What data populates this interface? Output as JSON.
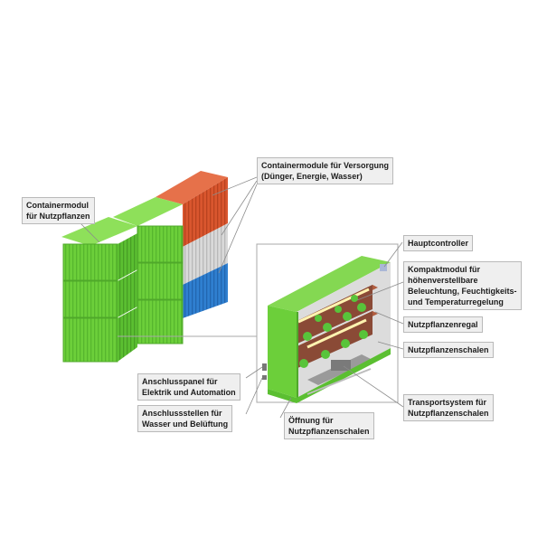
{
  "labels": {
    "containermodul_nutzpflanzen": [
      "Containermodul",
      "für Nutzpflanzen"
    ],
    "containermodule_versorgung": [
      "Containermodule für Versorgung",
      "(Dünger, Energie, Wasser)"
    ],
    "hauptcontroller": [
      "Hauptcontroller"
    ],
    "kompaktmodul": [
      "Kompaktmodul für",
      "höhenverstellbare",
      "Beleuchtung, Feuchtigkeits-",
      "und Temperaturregelung"
    ],
    "nutzpflanzenregal": [
      "Nutzpflanzenregal"
    ],
    "nutzpflanzenschalen": [
      "Nutzpflanzenschalen"
    ],
    "transportsystem": [
      "Transportsystem für",
      "Nutzpflanzenschalen"
    ],
    "oeffnung": [
      "Öffnung für",
      "Nutzpflanzenschalen"
    ],
    "anschlusspanel": [
      "Anschlusspanel für",
      "Elektrik und Automation"
    ],
    "anschlussstellen": [
      "Anschlussstellen für",
      "Wasser und Belüftung"
    ]
  },
  "colors": {
    "container_green": "#6ccf3a",
    "container_green_dark": "#4fa82a",
    "supply_red": "#d9562e",
    "supply_grey": "#d6d6d6",
    "supply_blue": "#2f7fd0",
    "tray_brown": "#8a4a36"
  }
}
